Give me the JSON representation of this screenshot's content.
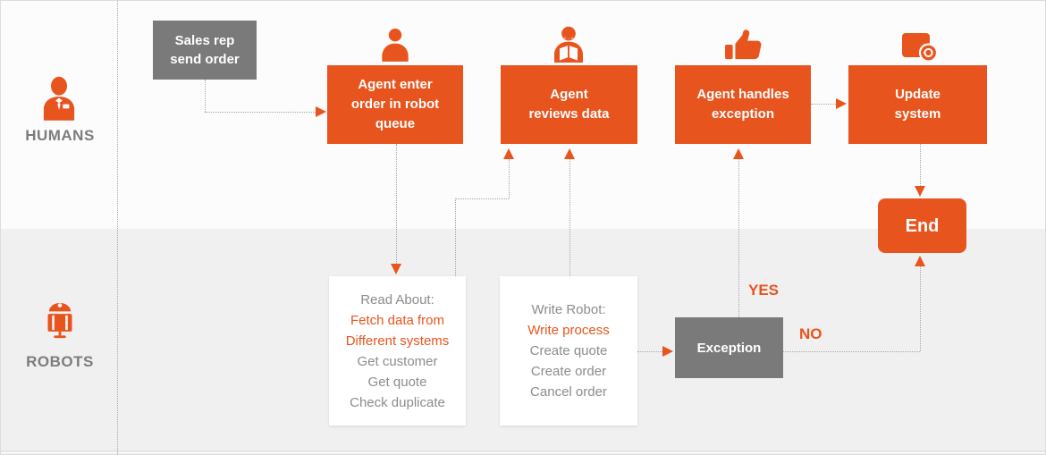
{
  "colors": {
    "accent_orange": "#E8541E",
    "box_gray": "#7A7A7A",
    "humans_lane_bg": "#FCFCFC",
    "robots_lane_bg": "#F0F0F0",
    "connector_gray": "#A6A6A6",
    "list_text_gray": "#8C8C8C",
    "node_text": "#FFFFFF"
  },
  "lanes": {
    "humans": {
      "label": "HUMANS",
      "icon": "businessman-icon"
    },
    "robots": {
      "label": "ROBOTS",
      "icon": "robot-icon"
    }
  },
  "nodes": {
    "sales_rep": {
      "label": "Sales rep\nsend order"
    },
    "agent_enter": {
      "label": "Agent enter\norder in robot\nqueue",
      "icon": "person-icon"
    },
    "agent_reviews": {
      "label": "Agent\nreviews data",
      "icon": "reading-person-icon"
    },
    "agent_handles": {
      "label": "Agent handles\nexception",
      "icon": "thumbs-up-icon"
    },
    "update_system": {
      "label": "Update\nsystem",
      "icon": "wallet-sync-icon"
    },
    "end": {
      "label": "End"
    },
    "exception": {
      "label": "Exception"
    }
  },
  "read_box": {
    "lines": [
      {
        "text": "Read About:",
        "color": "gray"
      },
      {
        "text": "Fetch data from",
        "color": "orange"
      },
      {
        "text": "Different systems",
        "color": "orange"
      },
      {
        "text": "Get customer",
        "color": "gray"
      },
      {
        "text": "Get quote",
        "color": "gray"
      },
      {
        "text": "Check duplicate",
        "color": "gray"
      }
    ]
  },
  "write_box": {
    "lines": [
      {
        "text": "Write Robot:",
        "color": "gray"
      },
      {
        "text": "Write process",
        "color": "orange"
      },
      {
        "text": "Create quote",
        "color": "gray"
      },
      {
        "text": "Create order",
        "color": "gray"
      },
      {
        "text": "Cancel order",
        "color": "gray"
      }
    ]
  },
  "edge_labels": {
    "yes": "YES",
    "no": "NO"
  }
}
